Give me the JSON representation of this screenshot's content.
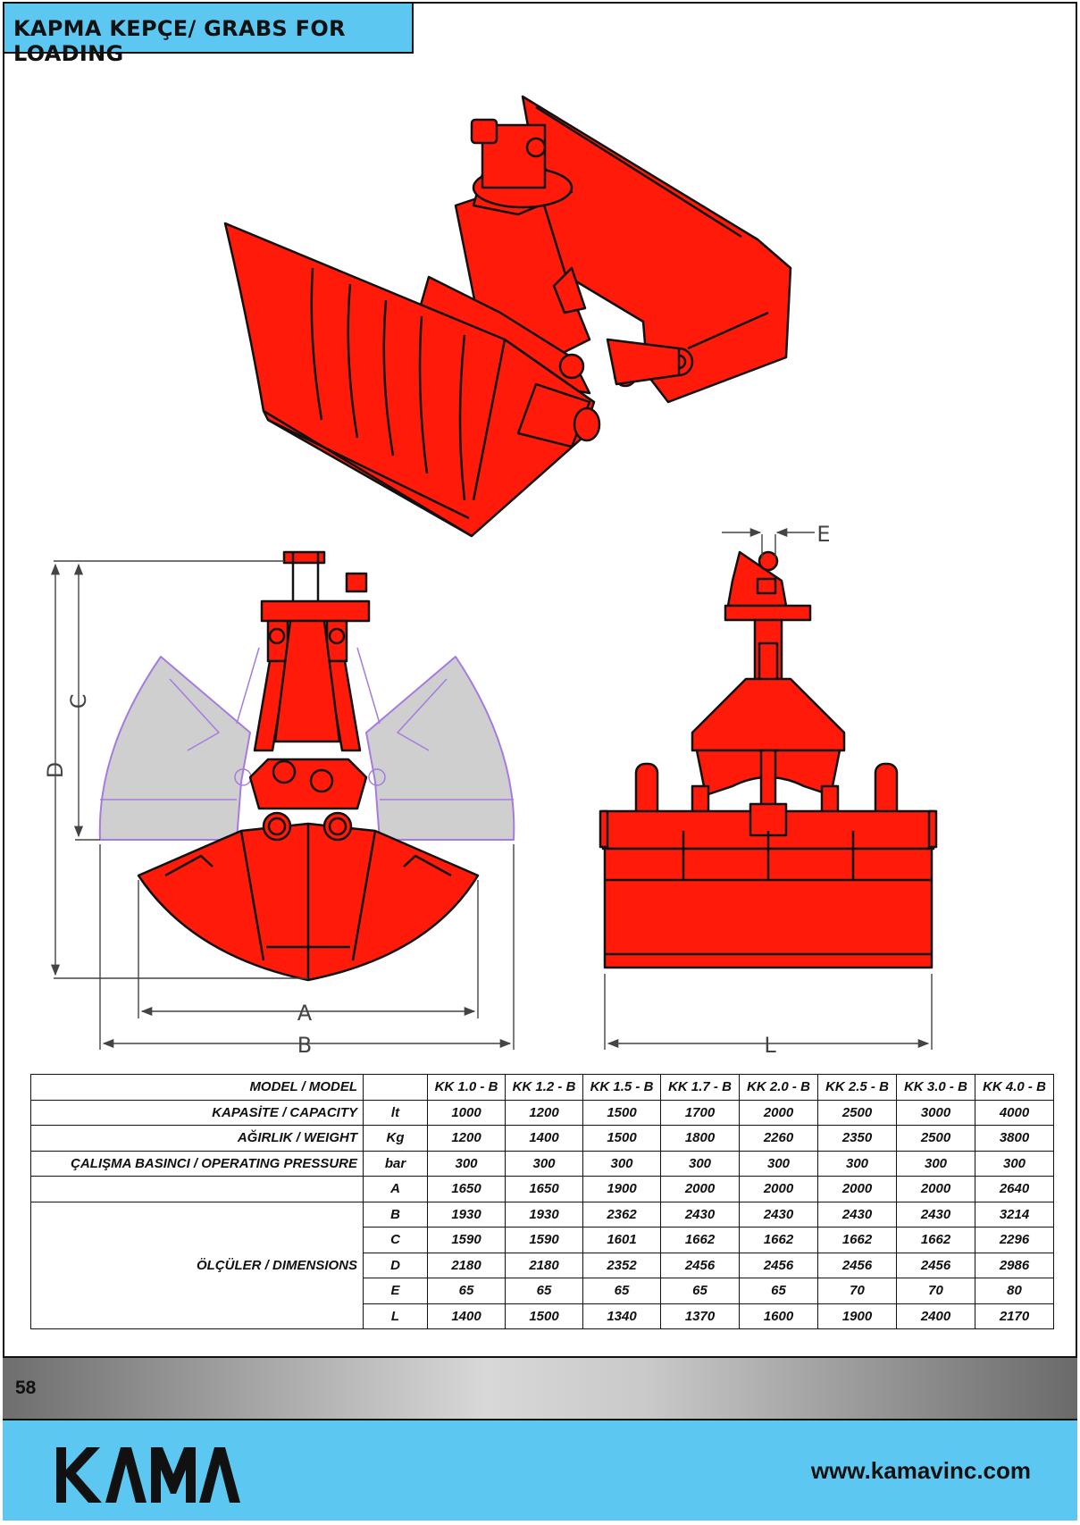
{
  "header": {
    "title": "KAPMA KEPÇE/ GRABS FOR LOADING"
  },
  "drawing_labels": {
    "a": "A",
    "b": "B",
    "c": "C",
    "d": "D",
    "e": "E",
    "l": "L"
  },
  "table": {
    "header_label": "MODEL / MODEL",
    "models": [
      "KK 1.0 - B",
      "KK 1.2 - B",
      "KK 1.5 - B",
      "KK 1.7 - B",
      "KK 2.0 - B",
      "KK 2.5 - B",
      "KK 3.0 - B",
      "KK 4.0 - B"
    ],
    "rows": [
      {
        "label": "KAPASİTE / CAPACITY",
        "unit": "lt",
        "values": [
          "1000",
          "1200",
          "1500",
          "1700",
          "2000",
          "2500",
          "3000",
          "4000"
        ]
      },
      {
        "label": "AĞIRLIK / WEIGHT",
        "unit": "Kg",
        "values": [
          "1200",
          "1400",
          "1500",
          "1800",
          "2260",
          "2350",
          "2500",
          "3800"
        ]
      },
      {
        "label": "ÇALIŞMA BASINCI / OPERATING PRESSURE",
        "unit": "bar",
        "values": [
          "300",
          "300",
          "300",
          "300",
          "300",
          "300",
          "300",
          "300"
        ]
      }
    ],
    "dimensions_label": "ÖLÇÜLER / DIMENSIONS",
    "dimensions": [
      {
        "unit": "A",
        "values": [
          "1650",
          "1650",
          "1900",
          "2000",
          "2000",
          "2000",
          "2000",
          "2640"
        ]
      },
      {
        "unit": "B",
        "values": [
          "1930",
          "1930",
          "2362",
          "2430",
          "2430",
          "2430",
          "2430",
          "3214"
        ]
      },
      {
        "unit": "C",
        "values": [
          "1590",
          "1590",
          "1601",
          "1662",
          "1662",
          "1662",
          "1662",
          "2296"
        ]
      },
      {
        "unit": "D",
        "values": [
          "2180",
          "2180",
          "2352",
          "2456",
          "2456",
          "2456",
          "2456",
          "2986"
        ]
      },
      {
        "unit": "E",
        "values": [
          "65",
          "65",
          "65",
          "65",
          "65",
          "70",
          "70",
          "80"
        ]
      },
      {
        "unit": "L",
        "values": [
          "1400",
          "1500",
          "1340",
          "1370",
          "1600",
          "1900",
          "2400",
          "2170"
        ]
      }
    ]
  },
  "footer": {
    "page_number": "58",
    "brand": "KAMA",
    "website": "www.kamavinc.com"
  },
  "colors": {
    "accent_blue": "#5cc8f2",
    "grab_red": "#ff1a0a",
    "ghost_gray": "#cfcfcf",
    "ghost_outline": "#a57be0"
  }
}
